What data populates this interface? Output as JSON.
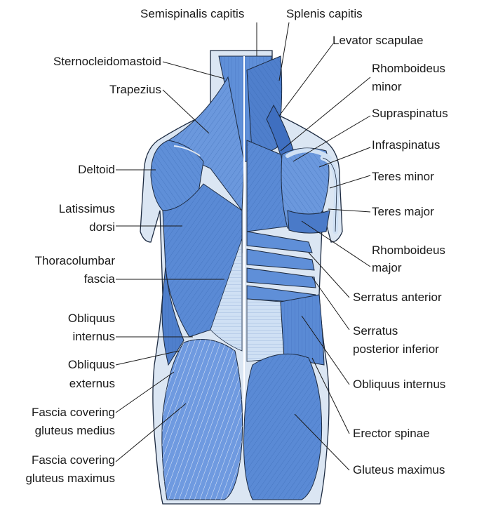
{
  "labels": {
    "semispinalis_capitis": "Semispinalis capitis",
    "splenis_capitis": "Splenis capitis",
    "levator_scapulae": "Levator scapulae",
    "sternocleidomastoid": "Sternocleidomastoid",
    "trapezius": "Trapezius",
    "rhomboideus_minor_1": "Rhomboideus",
    "rhomboideus_minor_2": "minor",
    "supraspinatus": "Supraspinatus",
    "infraspinatus": "Infraspinatus",
    "deltoid": "Deltoid",
    "teres_minor": "Teres minor",
    "latissimus_1": "Latissimus",
    "latissimus_2": "dorsi",
    "teres_major": "Teres major",
    "rhomboideus_major_1": "Rhomboideus",
    "rhomboideus_major_2": "major",
    "thoracolumbar_1": "Thoracolumbar",
    "thoracolumbar_2": "fascia",
    "serratus_anterior": "Serratus anterior",
    "obliquus_internus_l1": "Obliquus",
    "obliquus_internus_l2": "internus",
    "serratus_posterior_1": "Serratus",
    "serratus_posterior_2": "posterior inferior",
    "obliquus_externus_1": "Obliquus",
    "obliquus_externus_2": "externus",
    "obliquus_internus_r": "Obliquus internus",
    "fascia_medius_1": "Fascia covering",
    "fascia_medius_2": "gluteus medius",
    "erector_spinae": "Erector spinae",
    "fascia_maximus_1": "Fascia covering",
    "fascia_maximus_2": "gluteus maximus",
    "gluteus_maximus": "Gluteus maximus"
  },
  "colors": {
    "skin": "#dbe6f3",
    "muscle": "#5f8fd8",
    "muscle_dark": "#3f6fc0",
    "muscle_light": "#8fb2e8",
    "fascia": "#cfe0f4",
    "outline": "#1c2a40",
    "leader": "#1a1a1a"
  }
}
